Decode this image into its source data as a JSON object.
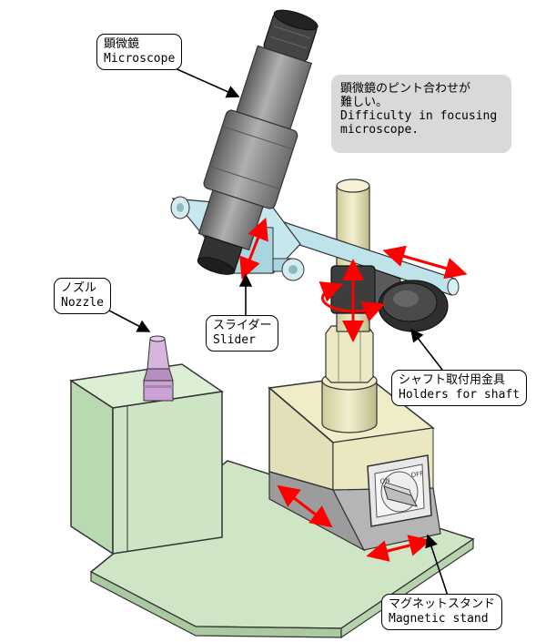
{
  "note": {
    "line1": "顕微鏡のピント合わせが",
    "line2": "難しい。",
    "line3": "Difficulty in focusing",
    "line4": "microscope."
  },
  "labels": {
    "microscope": {
      "jp": "顕微鏡",
      "en": "Microscope"
    },
    "nozzle": {
      "jp": "ノズル",
      "en": "Nozzle"
    },
    "slider": {
      "jp": "スライダー",
      "en": "Slider"
    },
    "holders": {
      "jp": "シャフト取付用金具",
      "en": "Holders for shaft"
    },
    "magnetic_stand": {
      "jp": "マグネットスタンド",
      "en": "Magnetic stand"
    }
  },
  "switch": {
    "on": "ON",
    "off": "OFF"
  },
  "colors": {
    "base_green": "#cfe6c6",
    "gray_metal": "#8a8a8a",
    "light_blue": "#bfe3ea",
    "shaft_yellow": "#e6e2b8",
    "nozzle_purple": "#c9a3d2",
    "arrow_red": "#ff0000"
  }
}
